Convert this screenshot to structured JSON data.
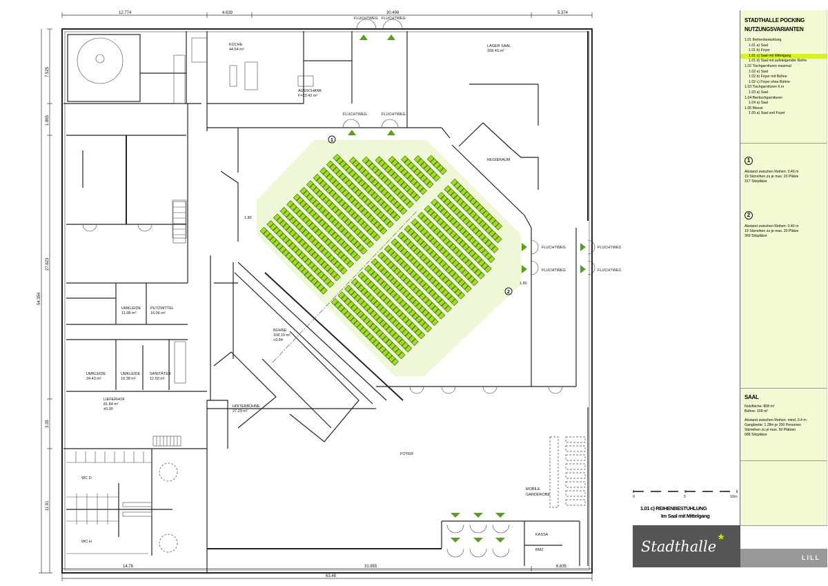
{
  "panel": {
    "title_line1": "STADTHALLE POCKING",
    "title_line2": "NUTZUNGSVARIANTEN",
    "variants": [
      {
        "label": "1.01 Reihenbestuhlung",
        "level": 0
      },
      {
        "label": "1.01 a) Saal",
        "level": 1
      },
      {
        "label": "1.01 b) Foyer",
        "level": 1
      },
      {
        "label": "1.01 c) Saal mit Mittelgang",
        "level": 1,
        "active": true
      },
      {
        "label": "1.01 d) Saal mit aufsteigender Reihe",
        "level": 1
      },
      {
        "label": "1.02 Tischgarnituren maximal",
        "level": 0
      },
      {
        "label": "1.02 a) Saal",
        "level": 1
      },
      {
        "label": "1.02 b) Foyer mit Bühne",
        "level": 1
      },
      {
        "label": "1.02 c) Foyer ohne Bühne",
        "level": 1
      },
      {
        "label": "1.03 Tischgarnituren 6 er",
        "level": 0
      },
      {
        "label": "1.03 a) Saal",
        "level": 1
      },
      {
        "label": "1.04 Biertischgarnituren",
        "level": 0
      },
      {
        "label": "1.04 a) Saal",
        "level": 1
      },
      {
        "label": "1.05 Messe",
        "level": 0
      },
      {
        "label": "1.05 a) Saal und Foyer",
        "level": 1
      }
    ],
    "block1": {
      "marker": "1",
      "line1": "Abstand zwischen Reihen: 0.40 m",
      "line2": "19 Sitzreihen zu je max. 20 Plätze",
      "line3": "317 Sitzplätze"
    },
    "block2": {
      "marker": "2",
      "line1": "Abstand zwischen Reihen: 0.40 m",
      "line2": "19 Sitzreihen zu je max. 20 Plätze",
      "line3": "369 Sitzplätze"
    },
    "saal": {
      "heading": "SAAL",
      "nutzflaeche": "Nutzfläche: 808 m²",
      "buehne": "Bühne: 109 m²",
      "abstand": "Abstand zwischen Reihen: mind. 0.4 m",
      "gangbreite": "Gangbreite: 1.2lfm je 200 Personen",
      "sitzreihen": "Sitzreihen zu je max. 50 Plätzen",
      "sitzplaetze": "686 Sitzplätze"
    }
  },
  "scale": {
    "labels": [
      "0",
      "5",
      "10m"
    ]
  },
  "sheet_title": {
    "line1": "1.01 c) REIHENBESTUHLUNG",
    "line2": "Im Saal mit Mittelgang"
  },
  "logo": {
    "text": "Stadthalle",
    "mark": "*"
  },
  "architect": "LILL",
  "dimensions": {
    "top": [
      "12.774",
      "4.639",
      "30.498",
      "5.374"
    ],
    "bottom": [
      "14.78",
      "31.855",
      "6.835"
    ],
    "bottom_total": "63.48",
    "left": [
      "7.525",
      "1.865",
      "27.623",
      "3.35",
      "11.91"
    ],
    "left_total": "54.354",
    "clearance": "1.80"
  },
  "rooms": {
    "kueche": {
      "name": "KÜCHE",
      "area": "44.54 m²"
    },
    "ausschank": {
      "name": "AUSSCHANK",
      "area": "F=23.42 m²"
    },
    "lager": {
      "name": "LAGER SAAL",
      "area": "168.43 m²"
    },
    "regie": {
      "name": "REGIERAUM"
    },
    "umkleide1": {
      "name": "UMKLEIDE",
      "area": "11.08 m²"
    },
    "putz": {
      "name": "PUTZMITTEL",
      "area": "16.06 m²"
    },
    "umkleide2": {
      "name": "UMKLEIDE",
      "area": "24.43 m²"
    },
    "umkleide3": {
      "name": "UMKLEIDE",
      "area": "10.38 m²"
    },
    "sani": {
      "name": "SANITÄTER",
      "area": "12.50 m²"
    },
    "lieferhof": {
      "name": "LIEFERHOF",
      "area": "81.84 m²",
      "level": "±0.00"
    },
    "buehne": {
      "name": "BÜHNE",
      "area": "108.19 m²",
      "level": "+0.84"
    },
    "hinterbuehne": {
      "name": "HINTERBÜHNE",
      "area": "27.29 m²"
    },
    "foyer": {
      "name": "FOYER"
    },
    "garderobe": {
      "line1": "MOBILE",
      "line2": "GARDEROBE"
    },
    "kassa": {
      "name": "KASSA"
    },
    "bmz": {
      "name": "BMZ"
    },
    "wc_d": {
      "name": "WC D"
    },
    "wc_h": {
      "name": "WC H"
    }
  },
  "exit_label": "FLUCHTWEG",
  "seating": {
    "block1_markers": "1",
    "block2_markers": "2",
    "block1_rows": [
      5,
      7,
      9,
      11,
      13,
      15,
      17,
      20,
      20,
      20,
      20,
      20,
      20,
      20,
      20,
      20,
      20,
      20,
      20
    ],
    "block2_rows": [
      15,
      17,
      18,
      19,
      20,
      20,
      20,
      20,
      20,
      20,
      20,
      20,
      20,
      20,
      20,
      20,
      20,
      20,
      20
    ]
  },
  "colors": {
    "seat": "#9be019",
    "seat_area": "#eef8d6",
    "exit_marker": "#5a9e1a",
    "panel": "#f1fad2",
    "highlight": "#d6f02a"
  }
}
